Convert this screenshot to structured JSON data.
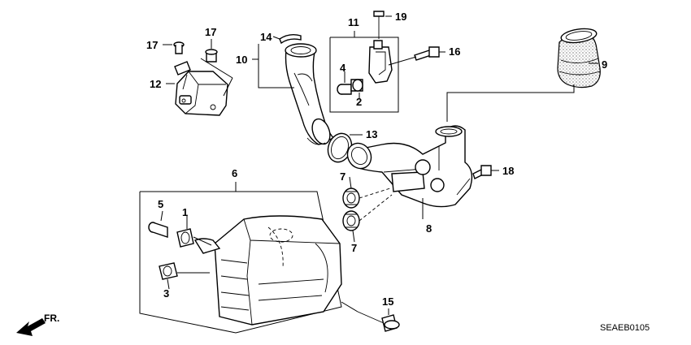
{
  "diagram_code": "SEAEB0105",
  "direction_marker": "FR.",
  "callouts": [
    "1",
    "2",
    "3",
    "4",
    "5",
    "6",
    "7",
    "7",
    "8",
    "9",
    "10",
    "11",
    "12",
    "13",
    "14",
    "15",
    "16",
    "17",
    "17",
    "18",
    "19"
  ]
}
